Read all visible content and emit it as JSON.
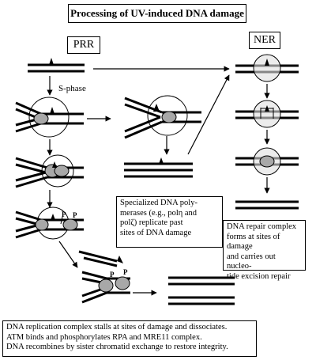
{
  "title": "Processing of UV-induced DNA damage",
  "labels": {
    "prr": "PRR",
    "ner": "NER",
    "s_phase": "S-phase"
  },
  "phosphate_label": "P",
  "notes": {
    "specialized": [
      "Specialized DNA poly-",
      "merases (e.g., polη and",
      "polζ) replicate past",
      "sites of DNA damage"
    ],
    "ner": [
      "DNA repair complex",
      "forms at sites of damage",
      "and carries out nucleo-",
      "tide excision repair"
    ],
    "bottom": [
      "DNA replication complex stalls at sites of damage and dissociates.",
      "ATM binds and phosphorylates RPA and MRE11 complex.",
      "DNA recombines by sister chromatid exchange to restore integrity."
    ]
  }
}
